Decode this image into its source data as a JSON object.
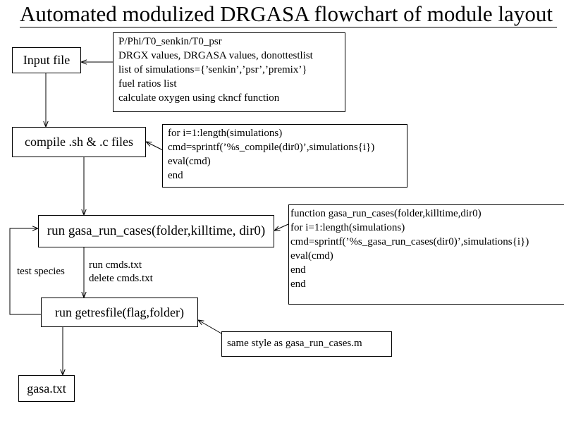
{
  "title": "Automated modulized DRGASA flowchart of module layout",
  "nodes": {
    "input_file": "Input file",
    "compile": "compile .sh & .c files",
    "run_cases": "run gasa_run_cases(folder,killtime, dir0)",
    "getresfile": "run getresfile(flag,folder)",
    "output": "gasa.txt"
  },
  "notes": {
    "input": [
      "P/Phi/T0_senkin/T0_psr",
      "DRGX values, DRGASA values, donottestlist",
      "list of simulations={’senkin’,’psr’,’premix’}",
      "fuel ratios list",
      "calculate oxygen using ckncf function"
    ],
    "compile": [
      "for i=1:length(simulations)",
      "cmd=sprintf(’%s_compile(dir0)’,simulations{i})",
      "eval(cmd)",
      "end"
    ],
    "run_cases": [
      "function gasa_run_cases(folder,killtime,dir0)",
      "for i=1:length(simulations)",
      "cmd=sprintf(’%s_gasa_run_cases(dir0)’,simulations{i})",
      "eval(cmd)",
      "end",
      "end"
    ],
    "getresfile": "same style as gasa_run_cases.m"
  },
  "edge_labels": {
    "run_cmds": "run cmds.txt",
    "delete_cmds": "delete cmds.txt",
    "test_species": "test species"
  }
}
